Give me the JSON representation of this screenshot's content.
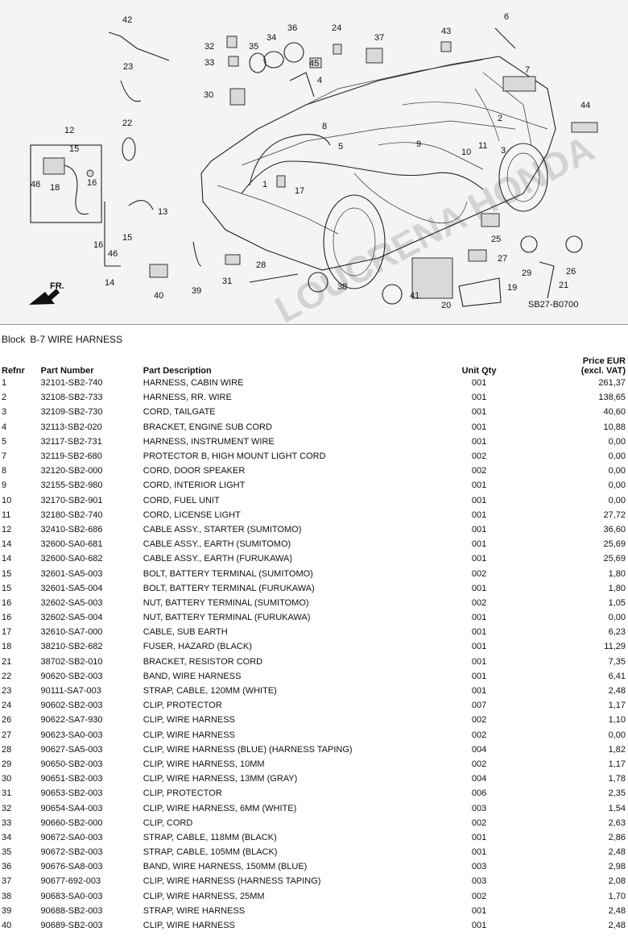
{
  "diagram": {
    "code_label": "SB27-B0700",
    "front_label": "FR.",
    "callouts": [
      "1",
      "2",
      "3",
      "4",
      "5",
      "6",
      "7",
      "8",
      "9",
      "10",
      "11",
      "12",
      "13",
      "14",
      "15",
      "15",
      "16",
      "16",
      "17",
      "18",
      "19",
      "20",
      "21",
      "22",
      "23",
      "24",
      "25",
      "26",
      "27",
      "28",
      "29",
      "30",
      "31",
      "32",
      "33",
      "34",
      "35",
      "36",
      "37",
      "38",
      "39",
      "40",
      "41",
      "42",
      "43",
      "44",
      "45",
      "46",
      "48"
    ],
    "watermark": "LOUCRENA HONDA"
  },
  "block": {
    "label": "Block",
    "value": "B-7 WIRE HARNESS"
  },
  "table": {
    "headers": {
      "refnr": "Refnr",
      "part_number": "Part Number",
      "description": "Part Description",
      "unit_qty": "Unit Qty",
      "price_line1": "Price EUR",
      "price_line2": "(excl. VAT)"
    },
    "rows": [
      {
        "ref": "1",
        "pn": "32101-SB2-740",
        "desc": "HARNESS, CABIN WIRE",
        "qty": "001",
        "price": "261,37"
      },
      {
        "ref": "2",
        "pn": "32108-SB2-733",
        "desc": "HARNESS, RR. WIRE",
        "qty": "001",
        "price": "138,65"
      },
      {
        "ref": "3",
        "pn": "32109-SB2-730",
        "desc": "CORD, TAILGATE",
        "qty": "001",
        "price": "40,60"
      },
      {
        "ref": "4",
        "pn": "32113-SB2-020",
        "desc": "BRACKET, ENGINE SUB CORD",
        "qty": "001",
        "price": "10,88"
      },
      {
        "ref": "5",
        "pn": "32117-SB2-731",
        "desc": "HARNESS, INSTRUMENT WIRE",
        "qty": "001",
        "price": "0,00"
      },
      {
        "ref": "7",
        "pn": "32119-SB2-680",
        "desc": "PROTECTOR B, HIGH MOUNT LIGHT CORD",
        "qty": "002",
        "price": "0,00"
      },
      {
        "ref": "8",
        "pn": "32120-SB2-000",
        "desc": "CORD, DOOR SPEAKER",
        "qty": "002",
        "price": "0,00"
      },
      {
        "ref": "9",
        "pn": "32155-SB2-980",
        "desc": "CORD, INTERIOR LIGHT",
        "qty": "001",
        "price": "0,00"
      },
      {
        "ref": "10",
        "pn": "32170-SB2-901",
        "desc": "CORD, FUEL UNIT",
        "qty": "001",
        "price": "0,00"
      },
      {
        "ref": "11",
        "pn": "32180-SB2-740",
        "desc": "CORD, LICENSE LIGHT",
        "qty": "001",
        "price": "27,72"
      },
      {
        "ref": "12",
        "pn": "32410-SB2-686",
        "desc": "CABLE ASSY., STARTER (SUMITOMO)",
        "qty": "001",
        "price": "36,60"
      },
      {
        "ref": "14",
        "pn": "32600-SA0-681",
        "desc": "CABLE ASSY., EARTH (SUMITOMO)",
        "qty": "001",
        "price": "25,69"
      },
      {
        "ref": "14",
        "pn": "32600-SA0-682",
        "desc": "CABLE ASSY., EARTH (FURUKAWA)",
        "qty": "001",
        "price": "25,69"
      },
      {
        "ref": "15",
        "pn": "32601-SA5-003",
        "desc": "BOLT, BATTERY TERMINAL (SUMITOMO)",
        "qty": "002",
        "price": "1,80"
      },
      {
        "ref": "15",
        "pn": "32601-SA5-004",
        "desc": "BOLT, BATTERY TERMINAL (FURUKAWA)",
        "qty": "001",
        "price": "1,80"
      },
      {
        "ref": "16",
        "pn": "32602-SA5-003",
        "desc": "NUT, BATTERY TERMINAL (SUMITOMO)",
        "qty": "002",
        "price": "1,05"
      },
      {
        "ref": "16",
        "pn": "32602-SA5-004",
        "desc": "NUT, BATTERY TERMINAL (FURUKAWA)",
        "qty": "001",
        "price": "0,00"
      },
      {
        "ref": "17",
        "pn": "32610-SA7-000",
        "desc": "CABLE, SUB EARTH",
        "qty": "001",
        "price": "6,23"
      },
      {
        "ref": "18",
        "pn": "38210-SB2-682",
        "desc": "FUSER, HAZARD (BLACK)",
        "qty": "001",
        "price": "11,29"
      },
      {
        "ref": "21",
        "pn": "38702-SB2-010",
        "desc": "BRACKET, RESISTOR CORD",
        "qty": "001",
        "price": "7,35"
      },
      {
        "ref": "22",
        "pn": "90620-SB2-003",
        "desc": "BAND, WIRE HARNESS",
        "qty": "001",
        "price": "6,41"
      },
      {
        "ref": "23",
        "pn": "90111-SA7-003",
        "desc": "STRAP, CABLE, 120MM (WHITE)",
        "qty": "001",
        "price": "2,48"
      },
      {
        "ref": "24",
        "pn": "90602-SB2-003",
        "desc": "CLIP, PROTECTOR",
        "qty": "007",
        "price": "1,17"
      },
      {
        "ref": "26",
        "pn": "90622-SA7-930",
        "desc": "CLIP, WIRE HARNESS",
        "qty": "002",
        "price": "1,10"
      },
      {
        "ref": "27",
        "pn": "90623-SA0-003",
        "desc": "CLIP, WIRE HARNESS",
        "qty": "002",
        "price": "0,00"
      },
      {
        "ref": "28",
        "pn": "90627-SA5-003",
        "desc": "CLIP, WIRE HARNESS (BLUE) (HARNESS TAPING)",
        "qty": "004",
        "price": "1,82"
      },
      {
        "ref": "29",
        "pn": "90650-SB2-003",
        "desc": "CLIP, WIRE HARNESS, 10MM",
        "qty": "002",
        "price": "1,17"
      },
      {
        "ref": "30",
        "pn": "90651-SB2-003",
        "desc": "CLIP, WIRE HARNESS, 13MM (GRAY)",
        "qty": "004",
        "price": "1,78"
      },
      {
        "ref": "31",
        "pn": "90653-SB2-003",
        "desc": "CLIP, PROTECTOR",
        "qty": "006",
        "price": "2,35"
      },
      {
        "ref": "32",
        "pn": "90654-SA4-003",
        "desc": "CLIP, WIRE HARNESS, 6MM (WHITE)",
        "qty": "003",
        "price": "1,54"
      },
      {
        "ref": "33",
        "pn": "90660-SB2-000",
        "desc": "CLIP, CORD",
        "qty": "002",
        "price": "2,63"
      },
      {
        "ref": "34",
        "pn": "90672-SA0-003",
        "desc": "STRAP, CABLE, 118MM (BLACK)",
        "qty": "001",
        "price": "2,86"
      },
      {
        "ref": "35",
        "pn": "90672-SB2-003",
        "desc": "STRAP, CABLE, 105MM (BLACK)",
        "qty": "001",
        "price": "2,48"
      },
      {
        "ref": "36",
        "pn": "90676-SA8-003",
        "desc": "BAND, WIRE HARNESS, 150MM (BLUE)",
        "qty": "003",
        "price": "2,98"
      },
      {
        "ref": "37",
        "pn": "90677-692-003",
        "desc": "CLIP, WIRE HARNESS (HARNESS TAPING)",
        "qty": "003",
        "price": "2,08"
      },
      {
        "ref": "38",
        "pn": "90683-SA0-003",
        "desc": "CLIP, WIRE HARNESS, 25MM",
        "qty": "002",
        "price": "1,70"
      },
      {
        "ref": "39",
        "pn": "90688-SB2-003",
        "desc": "STRAP, WIRE HARNESS",
        "qty": "001",
        "price": "2,48"
      },
      {
        "ref": "40",
        "pn": "90689-SB2-003",
        "desc": "CLIP, WIRE HARNESS",
        "qty": "001",
        "price": "2,48"
      }
    ]
  }
}
